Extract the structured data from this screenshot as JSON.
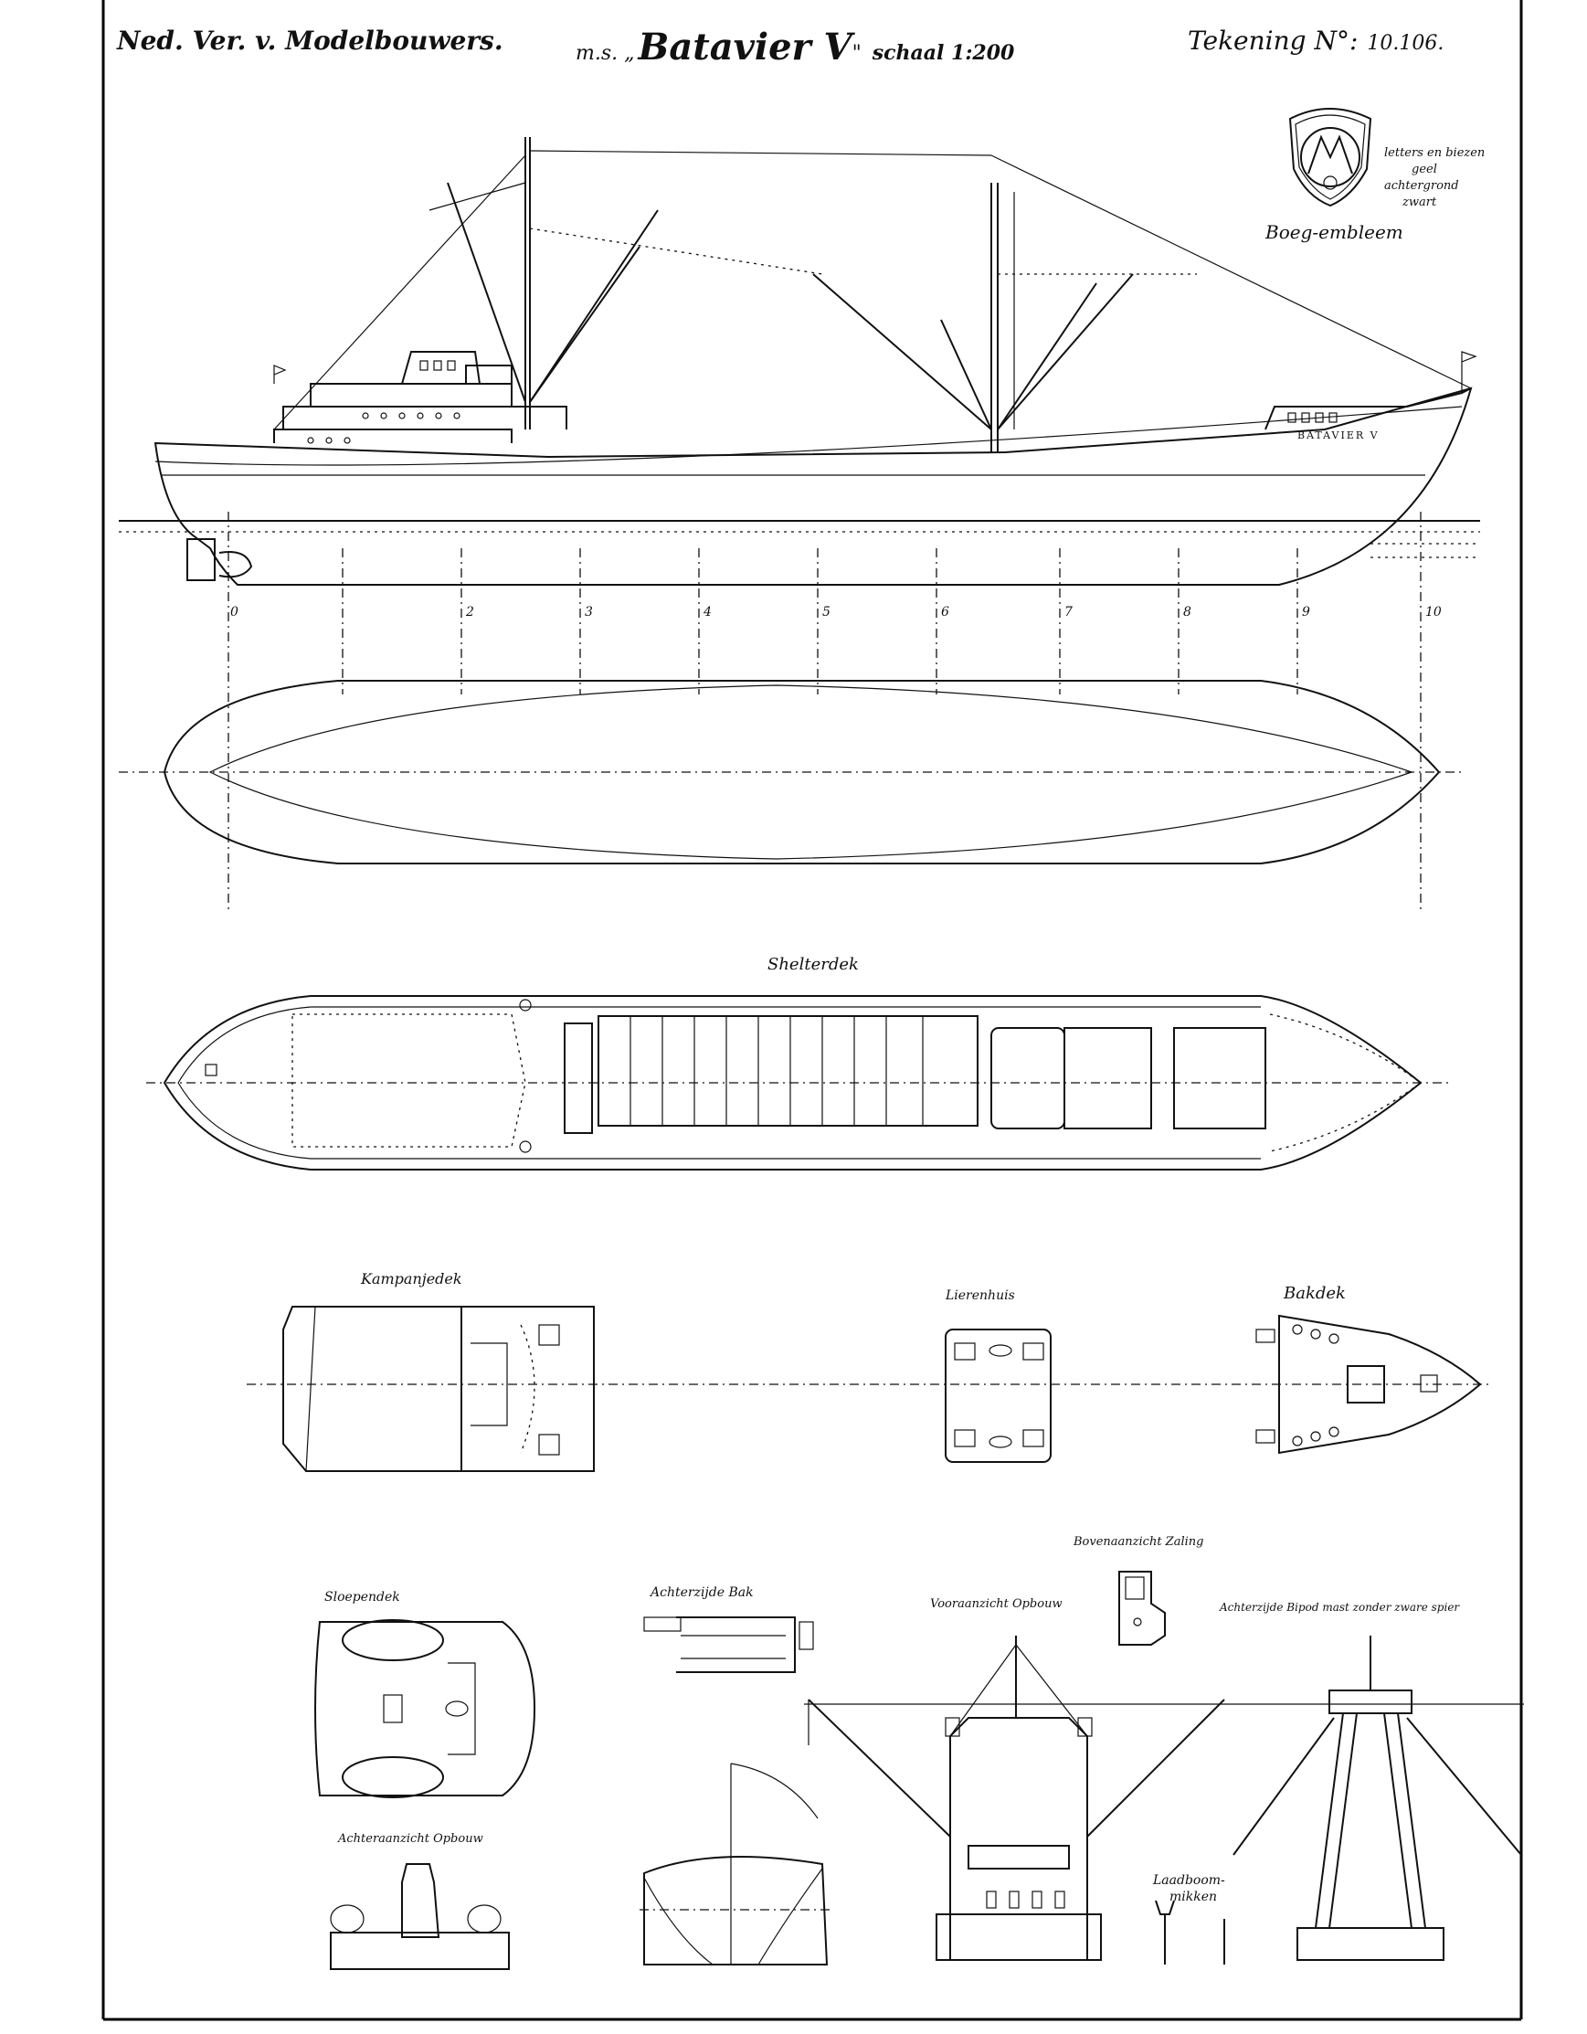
{
  "header": {
    "society": "Ned. Ver. v. Modelbouwers.",
    "ship_prefix": "m.s. „",
    "ship_name": "Batavier V",
    "ship_suffix": "\"",
    "scale": "schaal 1:200",
    "drawing_label": "Tekening N°:",
    "drawing_number": "10.106."
  },
  "emblem": {
    "note_line1": "letters en biezen",
    "note_line2": "geel",
    "note_line3": "achtergrond",
    "note_line4": "zwart",
    "caption": "Boeg-embleem"
  },
  "profile": {
    "hull_name": "BATAVIER V",
    "stations": [
      "0",
      "2",
      "3",
      "4",
      "5",
      "6",
      "7",
      "8",
      "9",
      "10"
    ]
  },
  "views": {
    "shelterdek": "Shelterdek",
    "kampanjedek": "Kampanjedek",
    "lierenhuis": "Lierenhuis",
    "bakdek": "Bakdek",
    "zaling": "Bovenaanzicht Zaling",
    "sloependek": "Sloependek",
    "achterzijde_bak": "Achterzijde Bak",
    "vooraanzicht_opbouw": "Vooraanzicht Opbouw",
    "bipod": "Achterzijde Bipod mast zonder zware spier",
    "achteraanzicht_opbouw": "Achteraanzicht Opbouw",
    "laadboom_line1": "Laadboom-",
    "laadboom_line2": "mikken"
  }
}
